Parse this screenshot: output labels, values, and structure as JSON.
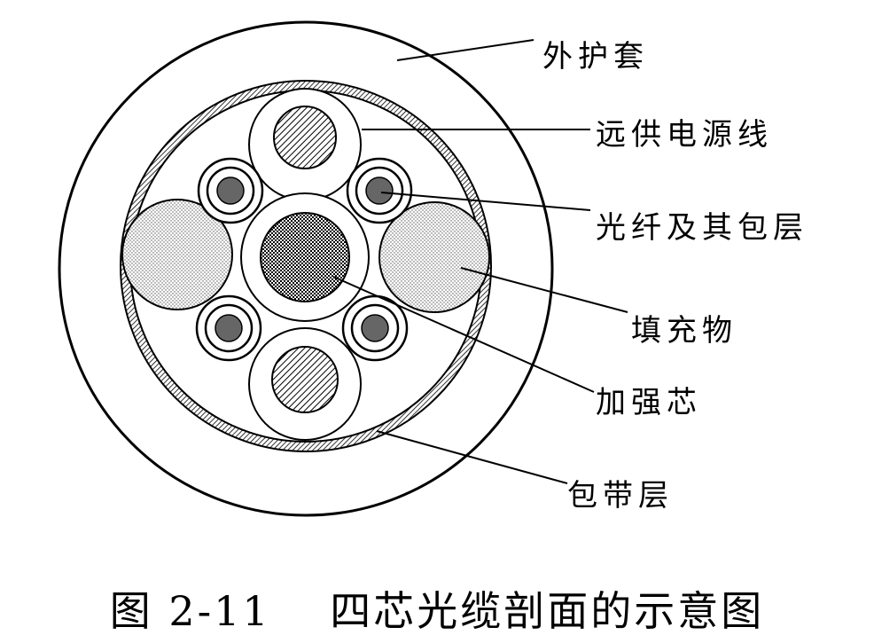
{
  "labels": {
    "outer_jacket": "外护套",
    "power_line": "远供电源线",
    "fiber": "光纤及其包层",
    "filler": "填充物",
    "strength_core": "加强芯",
    "tape_layer": "包带层"
  },
  "caption": "图 2-11　 四芯光缆剖面的示意图"
}
